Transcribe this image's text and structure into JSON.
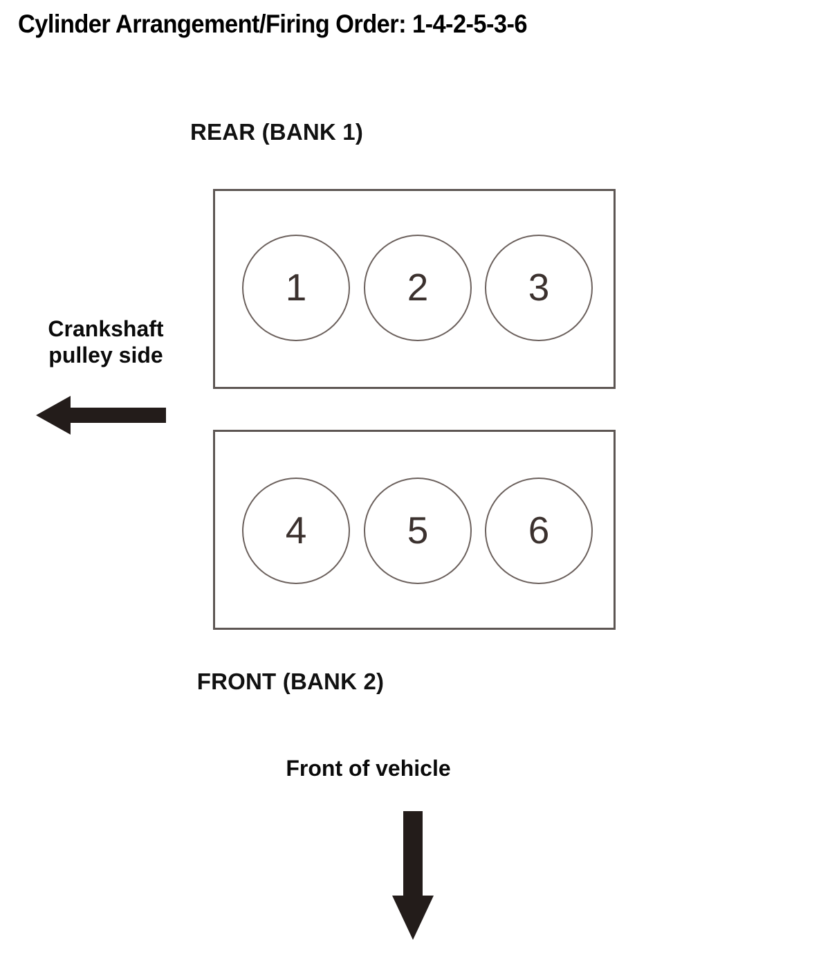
{
  "title": "Cylinder Arrangement/Firing Order: 1-4-2-5-3-6",
  "firing_order": "1-4-2-5-3-6",
  "labels": {
    "rear_bank": "REAR (BANK 1)",
    "front_bank": "FRONT (BANK 2)",
    "crankshaft_line1": "Crankshaft",
    "crankshaft_line2": "pulley side",
    "front_of_vehicle": "Front of vehicle"
  },
  "banks": [
    {
      "name": "REAR (BANK 1)",
      "position": "top",
      "cylinders": [
        {
          "number": "1"
        },
        {
          "number": "2"
        },
        {
          "number": "3"
        }
      ]
    },
    {
      "name": "FRONT (BANK 2)",
      "position": "bottom",
      "cylinders": [
        {
          "number": "4"
        },
        {
          "number": "5"
        },
        {
          "number": "6"
        }
      ]
    }
  ],
  "arrows": [
    {
      "name": "crankshaft-pulley-direction",
      "direction": "left"
    },
    {
      "name": "front-of-vehicle-direction",
      "direction": "down"
    }
  ],
  "colors": {
    "text": "#000000",
    "arrow_fill": "#231c1a",
    "box_border": "#5d5653",
    "circle_stroke": "#6b605c",
    "cylinder_number": "#3b312e",
    "background": "#ffffff"
  }
}
